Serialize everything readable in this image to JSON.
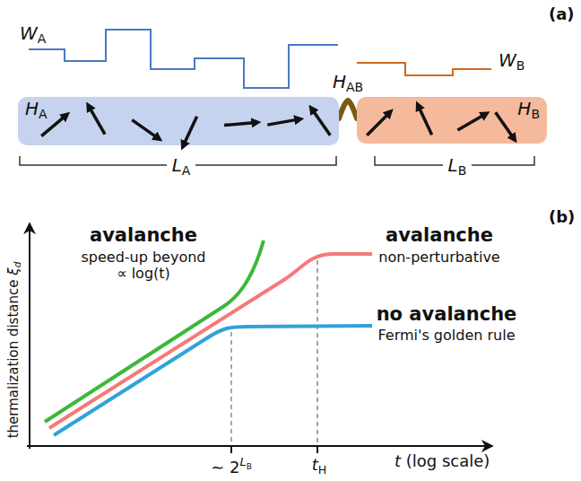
{
  "diagram": {
    "nodes": [
      {
        "text": [
          "HA"
        ]
      },
      {
        "text": [
          "HB"
        ]
      }
    ],
    "edges": [
      {
        "from": 0,
        "to": 1,
        "arrow": "none",
        "label": "HAB"
      }
    ],
    "labels": [
      "WA",
      "WB",
      "LA",
      "LB",
      "(a)",
      "(b)",
      "avalanche",
      "speed-up beyond ∝ log(t)",
      "avalanche",
      "non-perturbative",
      "no avalanche",
      "Fermi's golden rule",
      "thermalization distance ξd",
      "t (log scale)",
      "∼ 2LB",
      "tH"
    ]
  }
}
